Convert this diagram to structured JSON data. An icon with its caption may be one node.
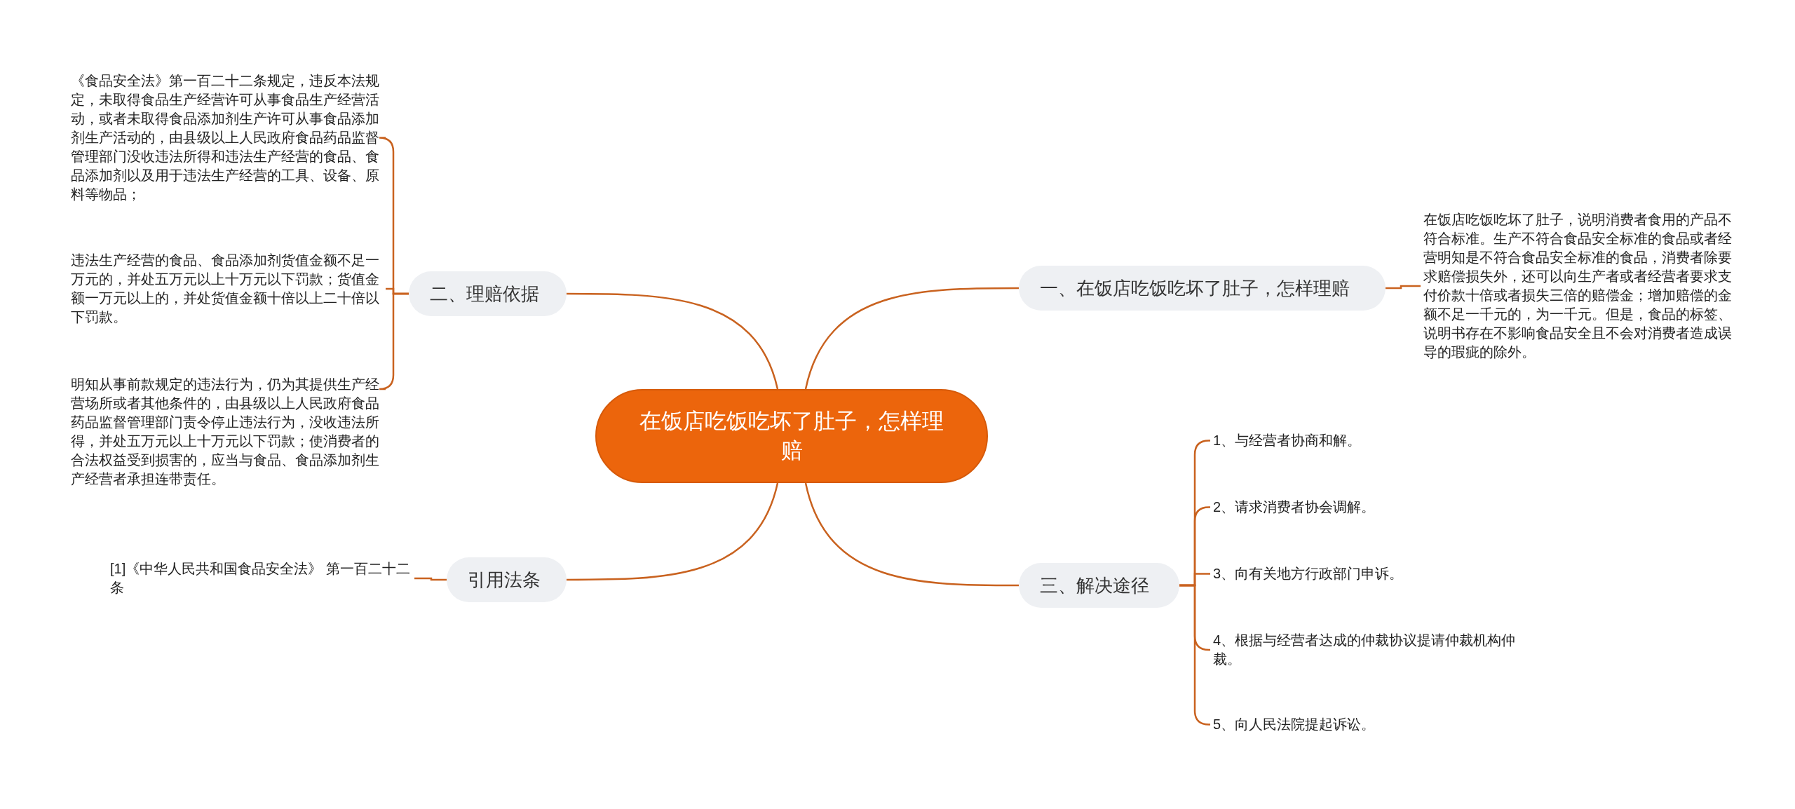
{
  "diagram": {
    "nodes": [
      {
        "text": [
          "在饭店吃饭吃坏了肚子，怎样理赔"
        ]
      },
      {
        "text": [
          "一、在饭店吃饭吃坏了肚子，怎样理赔"
        ]
      },
      {
        "text": [
          "在饭店吃饭吃坏了肚子，说明消费者食用的产品不符合标准。生产不符合食品安全标准的食品或者经营明知是不符合食品安全标准的食品，消费者除要求赔偿损失外，还可以向生产者或者经营者要求支付价款十倍或者损失三倍的赔偿金；增加赔偿的金额不足一千元的，为一千元。但是，食品的标签、说明书存在不影响食品安全且不会对消费者造成误导的瑕疵的除外。"
        ]
      },
      {
        "text": [
          "二、理赔依据"
        ]
      },
      {
        "text": [
          "《食品安全法》第一百二十二条规定，违反本法规定，未取得食品生产经营许可从事食品生产经营活动，或者未取得食品添加剂生产许可从事食品添加剂生产活动的，由县级以上人民政府食品药品监督管理部门没收违法所得和违法生产经营的食品、食品添加剂以及用于违法生产经营的工具、设备、原料等物品；"
        ]
      },
      {
        "text": [
          "违法生产经营的食品、食品添加剂货值金额不足一万元的，并处五万元以上十万元以下罚款；货值金额一万元以上的，并处货值金额十倍以上二十倍以下罚款。"
        ]
      },
      {
        "text": [
          "明知从事前款规定的违法行为，仍为其提供生产经营场所或者其他条件的，由县级以上人民政府食品药品监督管理部门责令停止违法行为，没收违法所得，并处五万元以上十万元以下罚款；使消费者的合法权益受到损害的，应当与食品、食品添加剂生产经营者承担连带责任。"
        ]
      },
      {
        "text": [
          "三、解决途径"
        ]
      },
      {
        "text": [
          "1、与经营者协商和解。"
        ]
      },
      {
        "text": [
          "2、请求消费者协会调解。"
        ]
      },
      {
        "text": [
          "3、向有关地方行政部门申诉。"
        ]
      },
      {
        "text": [
          "4、根据与经营者达成的仲裁协议提请仲裁机构仲裁。"
        ]
      },
      {
        "text": [
          "5、向人民法院提起诉讼。"
        ]
      },
      {
        "text": [
          "引用法条"
        ]
      },
      {
        "text": [
          "[1]《中华人民共和国食品安全法》 第一百二十二条"
        ]
      }
    ],
    "edges": [
      {
        "from": 0,
        "to": 1,
        "arrow": "none"
      },
      {
        "from": 1,
        "to": 2,
        "arrow": "none"
      },
      {
        "from": 0,
        "to": 3,
        "arrow": "none"
      },
      {
        "from": 3,
        "to": 4,
        "arrow": "none"
      },
      {
        "from": 3,
        "to": 5,
        "arrow": "none"
      },
      {
        "from": 3,
        "to": 6,
        "arrow": "none"
      },
      {
        "from": 0,
        "to": 7,
        "arrow": "none"
      },
      {
        "from": 7,
        "to": 8,
        "arrow": "none"
      },
      {
        "from": 7,
        "to": 9,
        "arrow": "none"
      },
      {
        "from": 7,
        "to": 10,
        "arrow": "none"
      },
      {
        "from": 7,
        "to": 11,
        "arrow": "none"
      },
      {
        "from": 7,
        "to": 12,
        "arrow": "none"
      },
      {
        "from": 0,
        "to": 13,
        "arrow": "none"
      },
      {
        "from": 13,
        "to": 14,
        "arrow": "none"
      }
    ]
  }
}
